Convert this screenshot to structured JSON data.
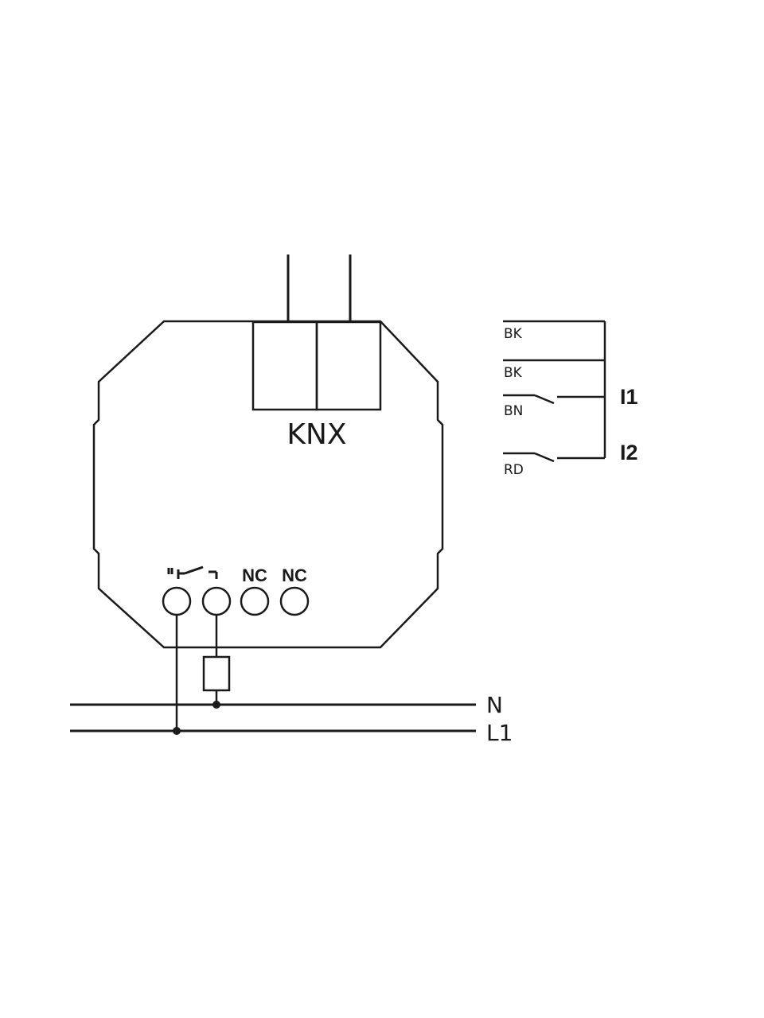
{
  "device": {
    "bus_label": "KNX",
    "terminals": {
      "nc_1": "NC",
      "nc_2": "NC"
    }
  },
  "inputs": {
    "wires": {
      "bk_1": "BK",
      "bk_2": "BK",
      "bn": "BN",
      "rd": "RD"
    },
    "input_1": "I1",
    "input_2": "I2"
  },
  "mains": {
    "neutral": "N",
    "line": "L1"
  },
  "colors": {
    "stroke": "#1a1a1a",
    "background": "#ffffff"
  }
}
